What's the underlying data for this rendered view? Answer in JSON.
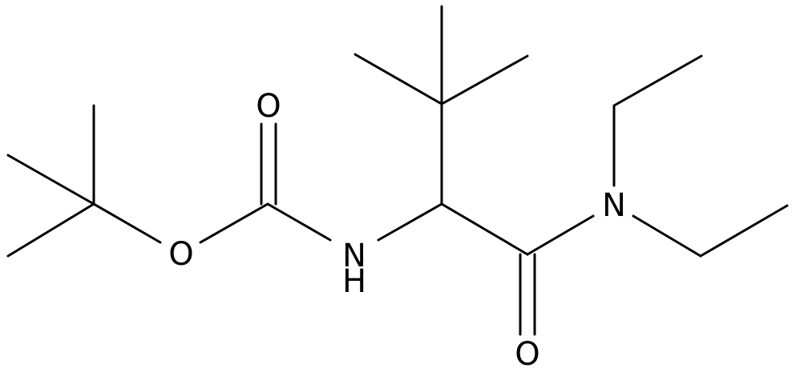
{
  "molecule": {
    "atom_labels": {
      "carbonyl_oxygen_left": "O",
      "ester_oxygen": "O",
      "nh_nitrogen": "N",
      "nh_hydrogen": "H",
      "amide_nitrogen": "N",
      "carbonyl_oxygen_right": "O"
    }
  },
  "colors": {
    "bond": "#000000",
    "label": "#000000",
    "background": "#ffffff"
  }
}
